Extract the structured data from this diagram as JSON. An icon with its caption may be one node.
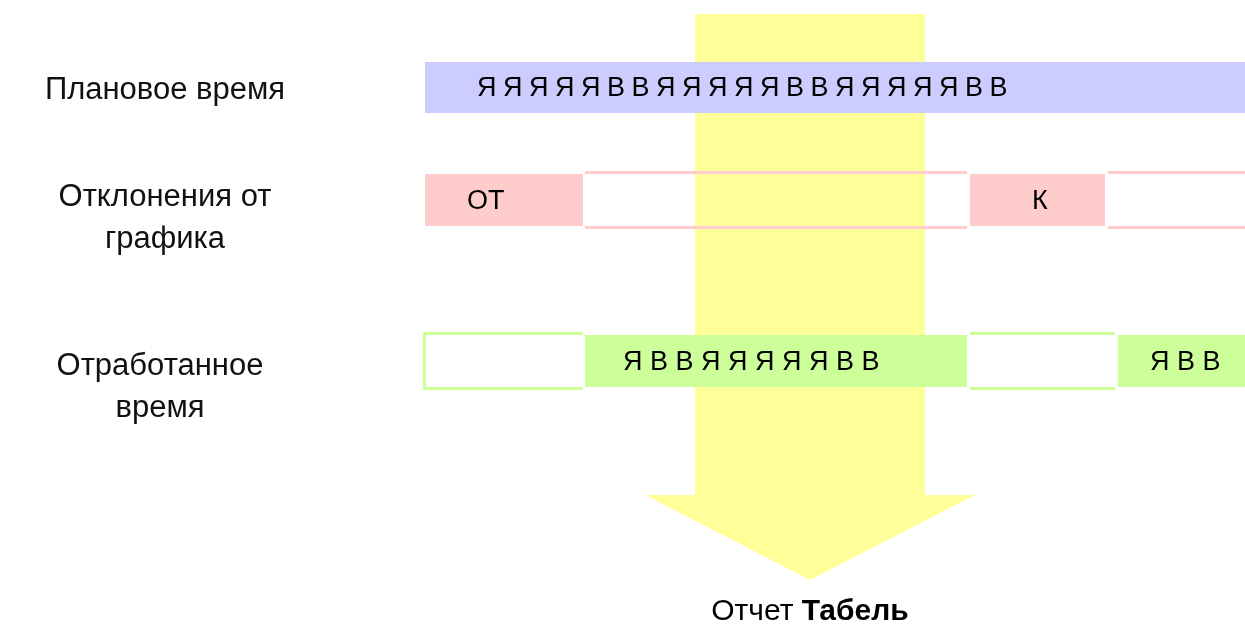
{
  "diagram": {
    "nodes": [
      {
        "text": [
          "Я Я Я Я Я В В Я Я Я Я Я В В Я Я Я Я Я В В"
        ]
      },
      {
        "text": [
          "ОТ"
        ]
      },
      {
        "text": [],
        "shape": "box"
      },
      {
        "text": [
          "К"
        ]
      },
      {
        "text": [],
        "shape": "box"
      },
      {
        "text": [],
        "shape": "box"
      },
      {
        "text": [
          "Я В В Я Я Я Я Я В В"
        ]
      },
      {
        "text": [],
        "shape": "box"
      },
      {
        "text": [
          "Я В В"
        ]
      },
      {
        "text": [
          "Отчет **Табель**"
        ]
      }
    ],
    "edges": [
      {
        "from": null,
        "to": 9,
        "arrow": "to"
      }
    ],
    "labels": [
      "Плановое время",
      "Отклонения от графика",
      "Отработанное время"
    ]
  }
}
